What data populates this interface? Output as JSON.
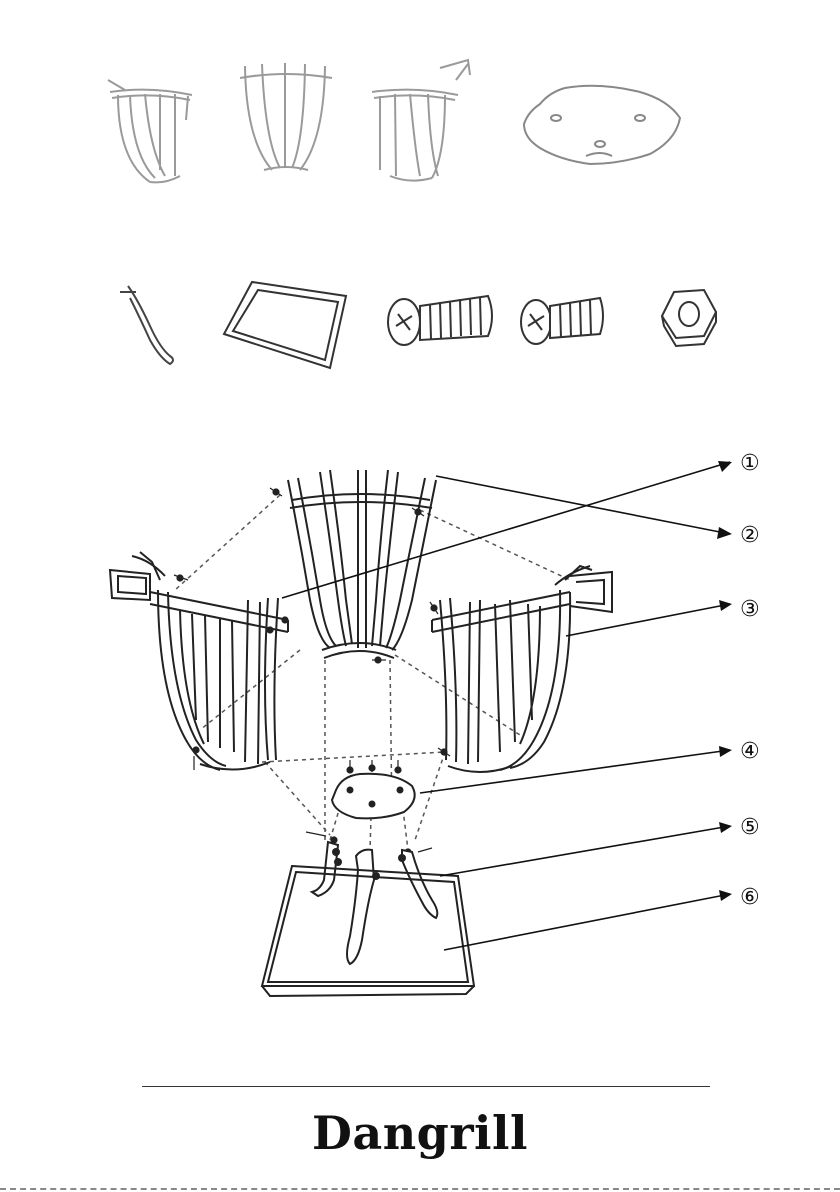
{
  "callouts": [
    "①",
    "②",
    "③",
    "④",
    "⑤",
    "⑥"
  ],
  "brand": {
    "name": "Dangrill"
  },
  "parts": {
    "row1": [
      "basket-side-left",
      "basket-side-center",
      "basket-side-right",
      "base-plate"
    ],
    "row2": [
      "leg",
      "ash-tray",
      "bolt-long",
      "bolt-short",
      "hex-nut"
    ]
  }
}
